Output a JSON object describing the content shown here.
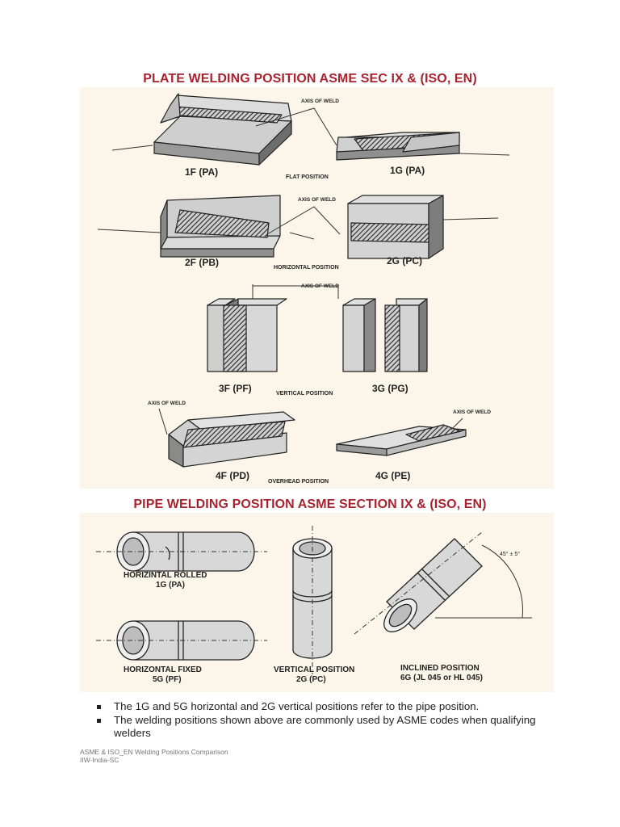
{
  "plate_section": {
    "title": "PLATE WELDING POSITION ASME SEC IX & (ISO, EN)",
    "axis_labels": [
      "AXIS OF WELD",
      "AXIS OF WELD",
      "AXIS OF WELD",
      "AXIS OF WELD",
      "AXIS OF WELD"
    ],
    "rows": [
      {
        "left": "1F (PA)",
        "right": "1G (PA)",
        "position": "FLAT POSITION"
      },
      {
        "left": "2F (PB)",
        "right": "2G (PC)",
        "position": "HORIZONTAL POSITION"
      },
      {
        "left": "3F (PF)",
        "right": "3G (PG)",
        "position": "VERTICAL POSITION"
      },
      {
        "left": "4F (PD)",
        "right": "4G (PE)",
        "position": "OVERHEAD POSITION"
      }
    ]
  },
  "pipe_section": {
    "title": "PIPE WELDING POSITION ASME SECTION IX & (ISO, EN)",
    "rolled": {
      "name": "HORIZINTAL ROLLED",
      "code": "1G  (PA)"
    },
    "fixed": {
      "name": "HORIZONTAL FIXED",
      "code": "5G  (PF)"
    },
    "vertical": {
      "name": "VERTICAL POSITION",
      "code": "2G  (PC)"
    },
    "inclined": {
      "name": "INCLINED POSITION",
      "code": "6G (JL 045 or HL 045)",
      "angle": "45° ± 5°"
    }
  },
  "bullets": [
    "The 1G and 5G horizontal and 2G vertical positions refer to the pipe position.",
    "The welding positions shown above are commonly used by ASME codes when qualifying welders"
  ],
  "footer": {
    "line1": "ASME & ISO_EN Welding Positions Comparison",
    "line2": "IIW-India-SC"
  }
}
